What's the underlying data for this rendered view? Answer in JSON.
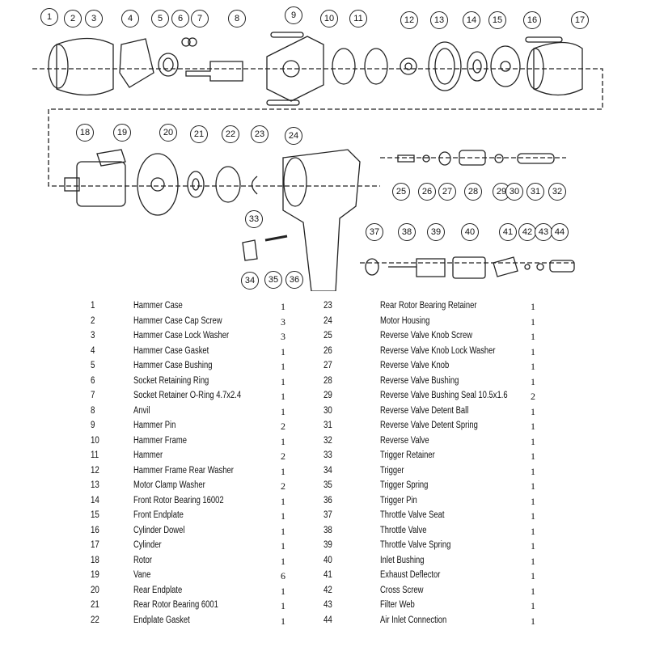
{
  "diagram": {
    "callouts": [
      "1",
      "2",
      "3",
      "4",
      "5",
      "6",
      "7",
      "8",
      "9",
      "10",
      "11",
      "12",
      "13",
      "14",
      "15",
      "16",
      "17",
      "18",
      "19",
      "20",
      "21",
      "22",
      "23",
      "24",
      "25",
      "26",
      "27",
      "28",
      "29",
      "30",
      "31",
      "32",
      "33",
      "34",
      "35",
      "36",
      "37",
      "38",
      "39",
      "40",
      "41",
      "42",
      "43",
      "44"
    ]
  },
  "parts_left": [
    {
      "no": "1",
      "name": "Hammer Case",
      "qty": "1"
    },
    {
      "no": "2",
      "name": "Hammer Case Cap Screw",
      "qty": "3"
    },
    {
      "no": "3",
      "name": "Hammer Case Lock Washer",
      "qty": "3"
    },
    {
      "no": "4",
      "name": "Hammer Case Gasket",
      "qty": "1"
    },
    {
      "no": "5",
      "name": "Hammer Case Bushing",
      "qty": "1"
    },
    {
      "no": "6",
      "name": "Socket Retaining Ring",
      "qty": "1"
    },
    {
      "no": "7",
      "name": "Socket Retainer O-Ring 4.7x2.4",
      "qty": "1"
    },
    {
      "no": "8",
      "name": "Anvil",
      "qty": "1"
    },
    {
      "no": "9",
      "name": "Hammer Pin",
      "qty": "2"
    },
    {
      "no": "10",
      "name": "Hammer Frame",
      "qty": "1"
    },
    {
      "no": "11",
      "name": "Hammer",
      "qty": "2"
    },
    {
      "no": "12",
      "name": "Hammer Frame Rear Washer",
      "qty": "1"
    },
    {
      "no": "13",
      "name": "Motor Clamp Washer",
      "qty": "2"
    },
    {
      "no": "14",
      "name": "Front Rotor Bearing 16002",
      "qty": "1"
    },
    {
      "no": "15",
      "name": "Front Endplate",
      "qty": "1"
    },
    {
      "no": "16",
      "name": "Cylinder Dowel",
      "qty": "1"
    },
    {
      "no": "17",
      "name": "Cylinder",
      "qty": "1"
    },
    {
      "no": "18",
      "name": "Rotor",
      "qty": "1"
    },
    {
      "no": "19",
      "name": "Vane",
      "qty": "6"
    },
    {
      "no": "20",
      "name": "Rear Endplate",
      "qty": "1"
    },
    {
      "no": "21",
      "name": "Rear Rotor Bearing 6001",
      "qty": "1"
    },
    {
      "no": "22",
      "name": "Endplate Gasket",
      "qty": "1"
    }
  ],
  "parts_right": [
    {
      "no": "23",
      "name": "Rear Rotor Bearing Retainer",
      "qty": "1"
    },
    {
      "no": "24",
      "name": "Motor Housing",
      "qty": "1"
    },
    {
      "no": "25",
      "name": "Reverse Valve Knob Screw",
      "qty": "1"
    },
    {
      "no": "26",
      "name": "Reverse Valve Knob Lock Washer",
      "qty": "1"
    },
    {
      "no": "27",
      "name": "Reverse Valve Knob",
      "qty": "1"
    },
    {
      "no": "28",
      "name": "Reverse Valve Bushing",
      "qty": "1"
    },
    {
      "no": "29",
      "name": "Reverse Valve Bushing Seal 10.5x1.6",
      "qty": "2"
    },
    {
      "no": "30",
      "name": "Reverse Valve Detent Ball",
      "qty": "1"
    },
    {
      "no": "31",
      "name": "Reverse Valve Detent Spring",
      "qty": "1"
    },
    {
      "no": "32",
      "name": "Reverse Valve",
      "qty": "1"
    },
    {
      "no": "33",
      "name": "Trigger Retainer",
      "qty": "1"
    },
    {
      "no": "34",
      "name": "Trigger",
      "qty": "1"
    },
    {
      "no": "35",
      "name": "Trigger Spring",
      "qty": "1"
    },
    {
      "no": "36",
      "name": "Trigger Pin",
      "qty": "1"
    },
    {
      "no": "37",
      "name": "Throttle Valve Seat",
      "qty": "1"
    },
    {
      "no": "38",
      "name": "Throttle Valve",
      "qty": "1"
    },
    {
      "no": "39",
      "name": "Throttle Valve Spring",
      "qty": "1"
    },
    {
      "no": "40",
      "name": "Inlet Bushing",
      "qty": "1"
    },
    {
      "no": "41",
      "name": "Exhaust Deflector",
      "qty": "1"
    },
    {
      "no": "42",
      "name": "Cross Screw",
      "qty": "1"
    },
    {
      "no": "43",
      "name": "Filter Web",
      "qty": "1"
    },
    {
      "no": "44",
      "name": "Air Inlet Connection",
      "qty": "1"
    }
  ]
}
